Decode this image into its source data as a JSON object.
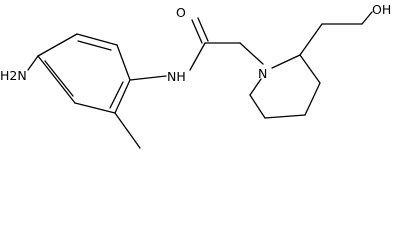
{
  "molecule": {
    "atoms": {
      "amine": "H2N",
      "amide_nh": "NH",
      "carbonyl_o": "O",
      "ring_n": "N",
      "hydroxyl": "OH"
    }
  },
  "colors": {
    "bond": "#000000",
    "text": "#000000",
    "background": "#ffffff"
  }
}
